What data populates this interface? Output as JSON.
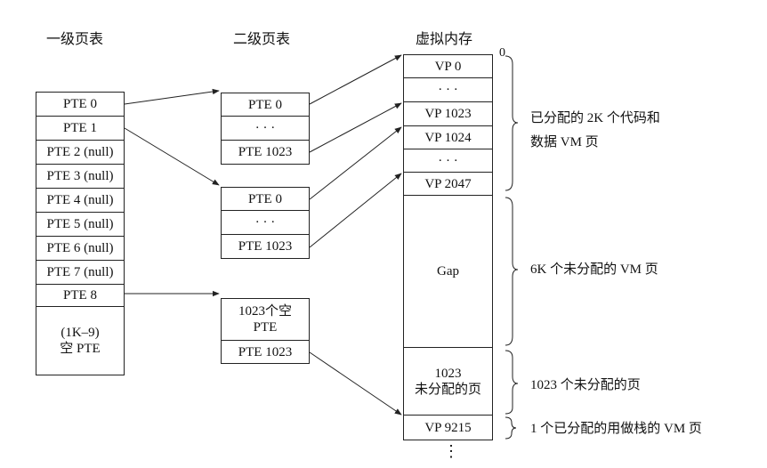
{
  "headers": {
    "level1": "一级页表",
    "level2": "二级页表",
    "vm": "虚拟内存"
  },
  "level1_rows": [
    "PTE 0",
    "PTE 1",
    "PTE 2 (null)",
    "PTE 3 (null)",
    "PTE 4 (null)",
    "PTE 5 (null)",
    "PTE 6 (null)",
    "PTE 7 (null)",
    "PTE 8",
    "(1K–9)\n空 PTE"
  ],
  "level2_tables": [
    {
      "rows": [
        "PTE 0",
        "· · ·",
        "PTE 1023"
      ]
    },
    {
      "rows": [
        "PTE 0",
        "· · ·",
        "PTE 1023"
      ]
    },
    {
      "rows": [
        "1023个空\nPTE",
        "PTE 1023"
      ]
    }
  ],
  "vm_rows": [
    "VP 0",
    "· · ·",
    "VP 1023",
    "VP 1024",
    "· · ·",
    "VP 2047",
    "Gap",
    "1023\n未分配的页",
    "VP 9215"
  ],
  "vm_zero": "0",
  "vm_trailing_dots": "⋮",
  "annotations": {
    "allocated": "已分配的 2K 个代码和\n数据 VM 页",
    "gap": "6K 个未分配的 VM 页",
    "unalloc1023": "1023 个未分配的页",
    "stack": "1 个已分配的用做栈的 VM 页"
  }
}
